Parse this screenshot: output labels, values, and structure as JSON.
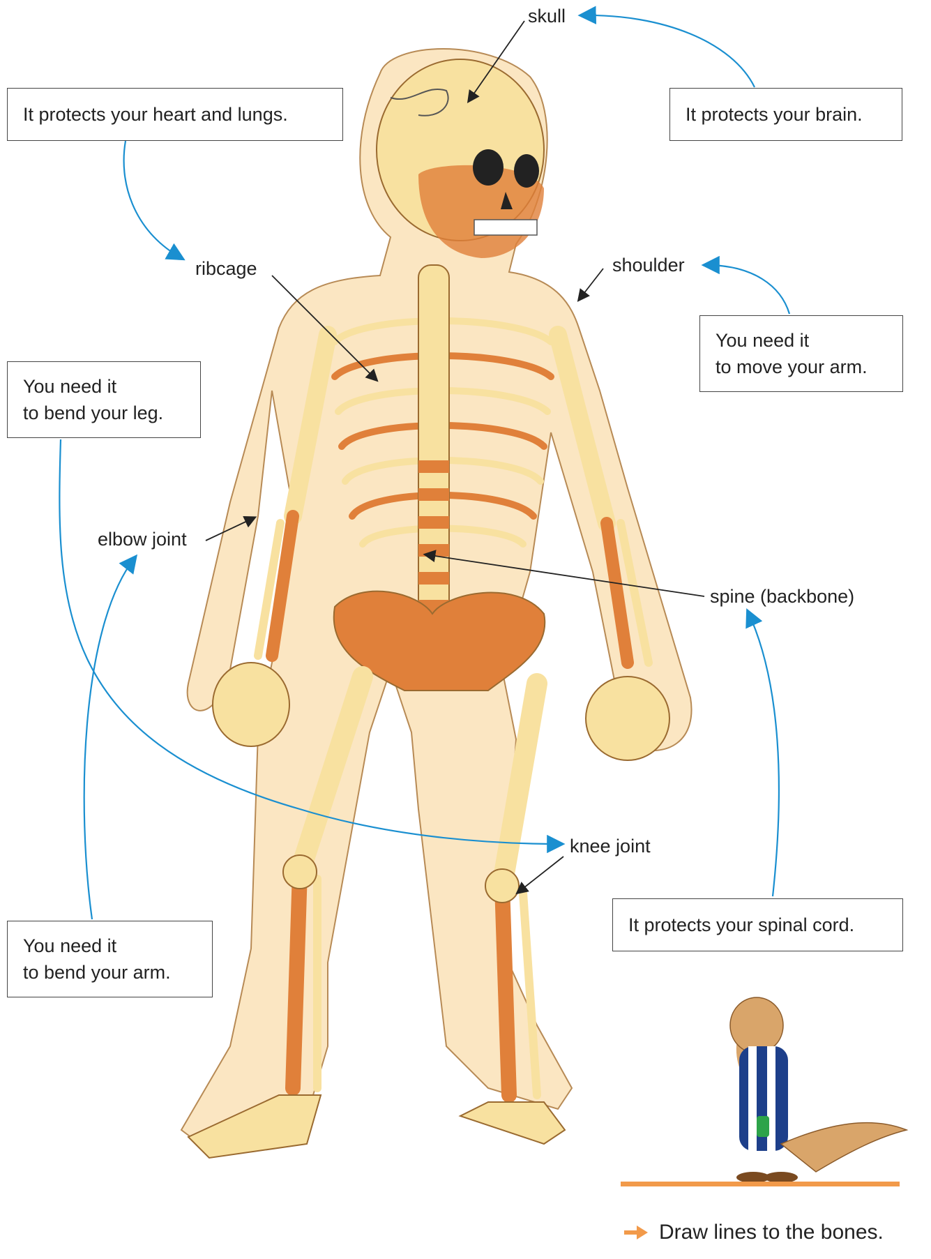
{
  "labels": {
    "skull": "skull",
    "ribcage": "ribcage",
    "shoulder": "shoulder",
    "elbow": "elbow joint",
    "spine": "spine (backbone)",
    "knee": "knee joint"
  },
  "boxes": {
    "heart_lungs": [
      "It protects your heart and lungs."
    ],
    "brain": [
      "It protects your brain."
    ],
    "move_arm": [
      "You need it",
      "to move your arm."
    ],
    "bend_leg": [
      "You need it",
      "to bend your leg."
    ],
    "bend_arm": [
      "You need it",
      "to bend your arm."
    ],
    "spinal_cord": [
      "It protects your spinal cord."
    ]
  },
  "footer": {
    "instruction": "Draw lines to the bones."
  },
  "colors": {
    "arrow_blue": "#1a8fd0",
    "bone_light": "#f8e1a0",
    "bone_orange": "#e0803a",
    "body_outline": "#f6d7a8",
    "ground": "#f29a4a"
  }
}
